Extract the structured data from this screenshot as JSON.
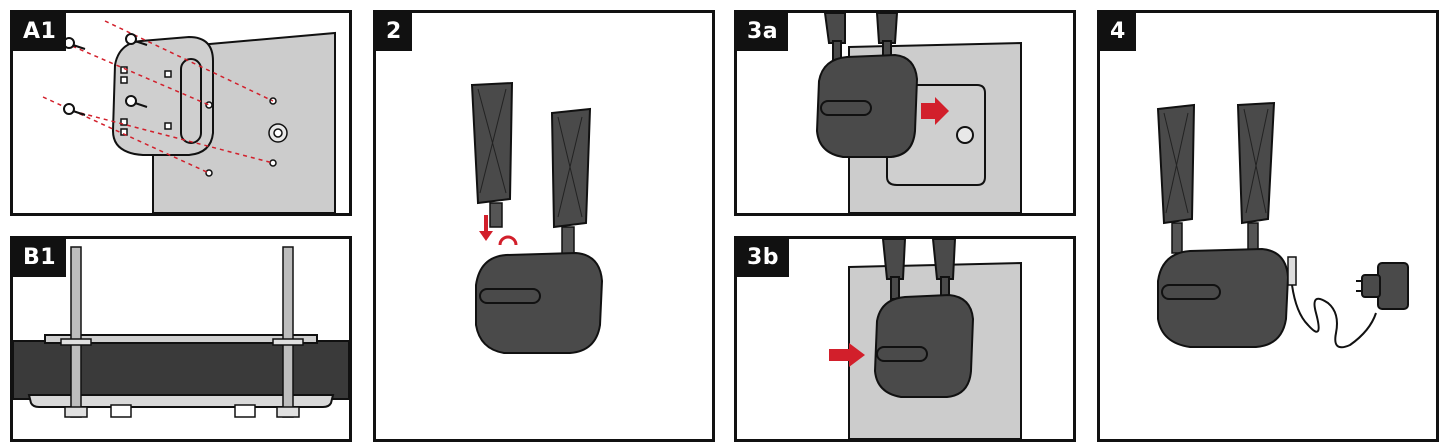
{
  "panels": {
    "a1": {
      "label": "A1"
    },
    "b1": {
      "label": "B1"
    },
    "p2": {
      "label": "2"
    },
    "p3a": {
      "label": "3a"
    },
    "p3b": {
      "label": "3b"
    },
    "p4": {
      "label": "4"
    }
  },
  "colors": {
    "outline": "#111111",
    "wall": "#cccccc",
    "device": "#4a4a4a",
    "accent_red": "#d21f2b",
    "white": "#ffffff"
  }
}
